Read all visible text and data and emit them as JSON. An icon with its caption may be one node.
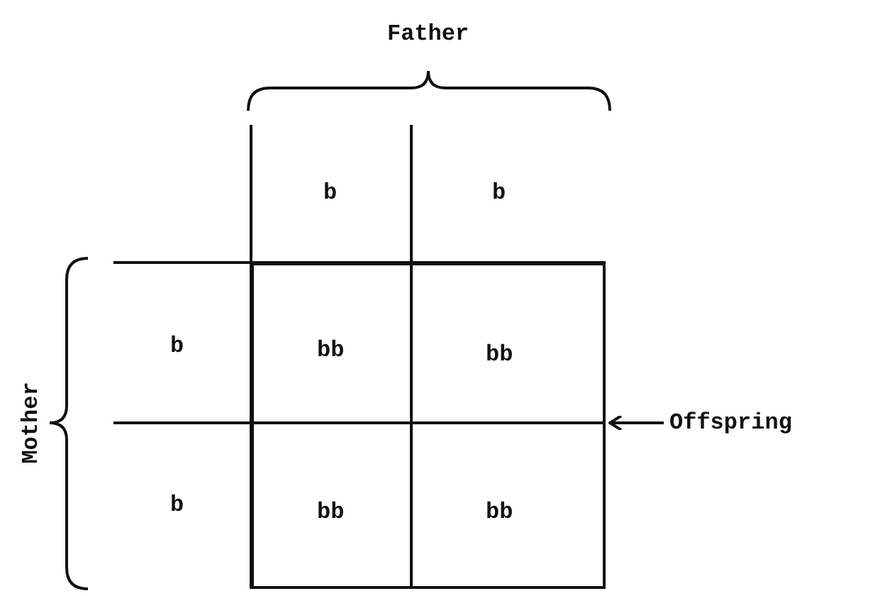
{
  "diagram": {
    "nodes": [
      {
        "text": [],
        "shape": "box"
      },
      {
        "text": [
          "Offspring"
        ]
      }
    ],
    "edges": [
      {
        "from": 1,
        "to": 0,
        "arrow": "to"
      }
    ],
    "labels": [
      "Father",
      "Mother",
      "b",
      "b",
      "b",
      "bb",
      "bb",
      "b",
      "bb",
      "bb"
    ]
  }
}
